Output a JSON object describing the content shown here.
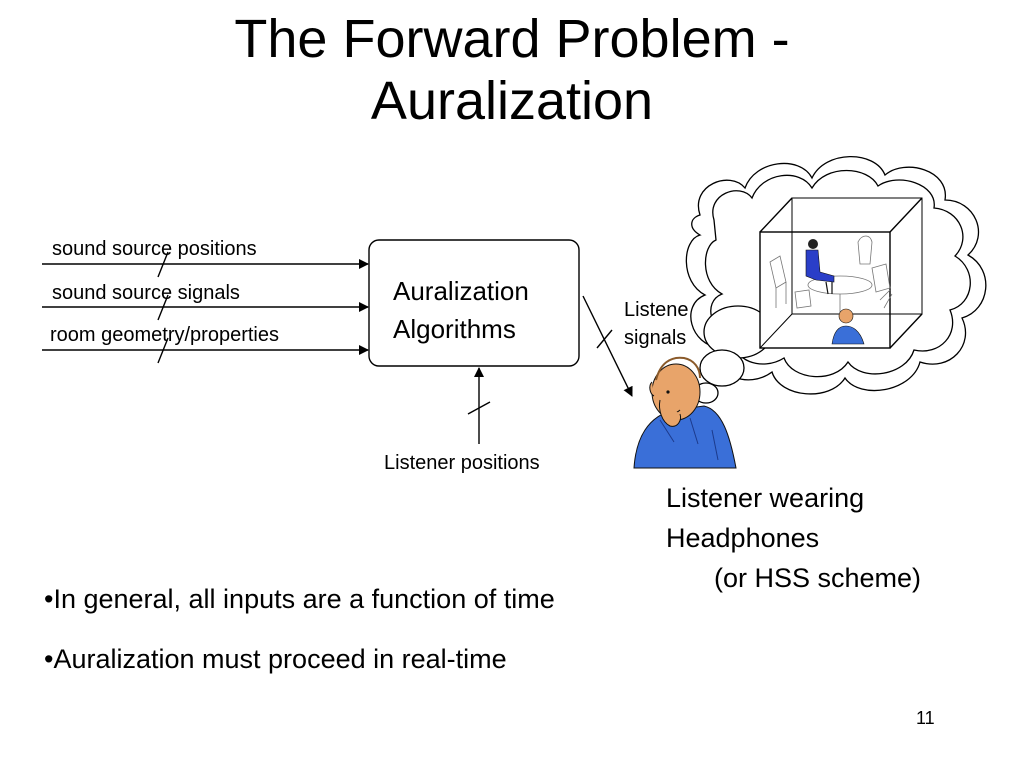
{
  "slide": {
    "title_line1": "The Forward Problem -",
    "title_line2": "Auralization",
    "page_number": "11"
  },
  "diagram": {
    "inputs": [
      "sound source positions",
      "sound source signals",
      "room geometry/properties"
    ],
    "box_line1": "Auralization",
    "box_line2": "Algorithms",
    "listener_positions": "Listener positions",
    "output_line1": "Listene",
    "output_line2": "signals",
    "caption_line1": "Listener wearing",
    "caption_line2": "Headphones",
    "caption_line3": "(or HSS scheme)"
  },
  "bullets": [
    "•In general, all inputs are a function of time",
    "•Auralization must proceed in real-time"
  ],
  "icons": [
    "thought-cloud-icon",
    "room-cube-icon",
    "seated-person-icon",
    "thinking-man-icon"
  ],
  "colors": {
    "shirt": "#3a6fd8",
    "skin": "#e8a46a",
    "seated_person": "#2a3ec8"
  }
}
